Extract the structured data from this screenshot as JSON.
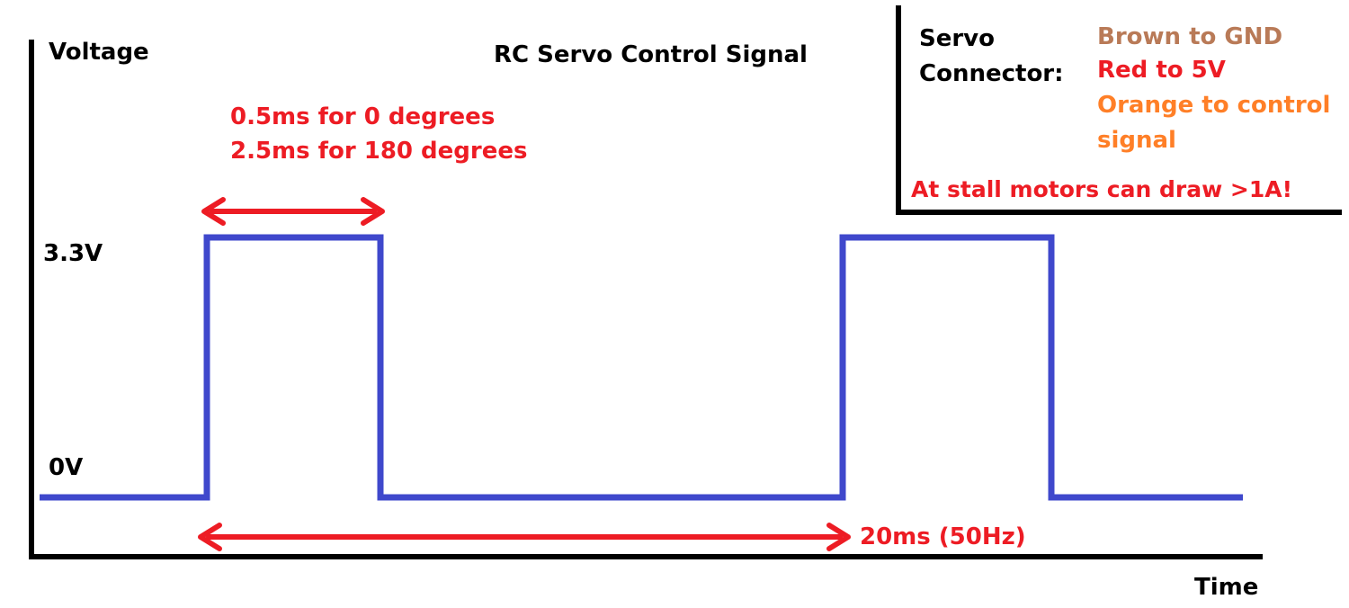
{
  "title": "RC Servo Control Signal",
  "y_axis_label": "Voltage",
  "x_axis_label": "Time",
  "level_high": "3.3V",
  "level_low": "0V",
  "pulse_width_note": {
    "line1": "0.5ms for 0 degrees",
    "line2": "2.5ms for 180 degrees"
  },
  "period_note": "20ms (50Hz)",
  "connector": {
    "heading_line1": "Servo",
    "heading_line2": "Connector:",
    "brown": "Brown to GND",
    "red": "Red to 5V",
    "orange_line1": "Orange to control",
    "orange_line2": "signal",
    "warning": "At stall motors can draw >1A!"
  },
  "colors": {
    "signal": "#3f48cc",
    "annotation": "#ed1c24",
    "brown_wire": "#b97a57",
    "orange_wire": "#ff7f27",
    "axis": "#000000"
  }
}
